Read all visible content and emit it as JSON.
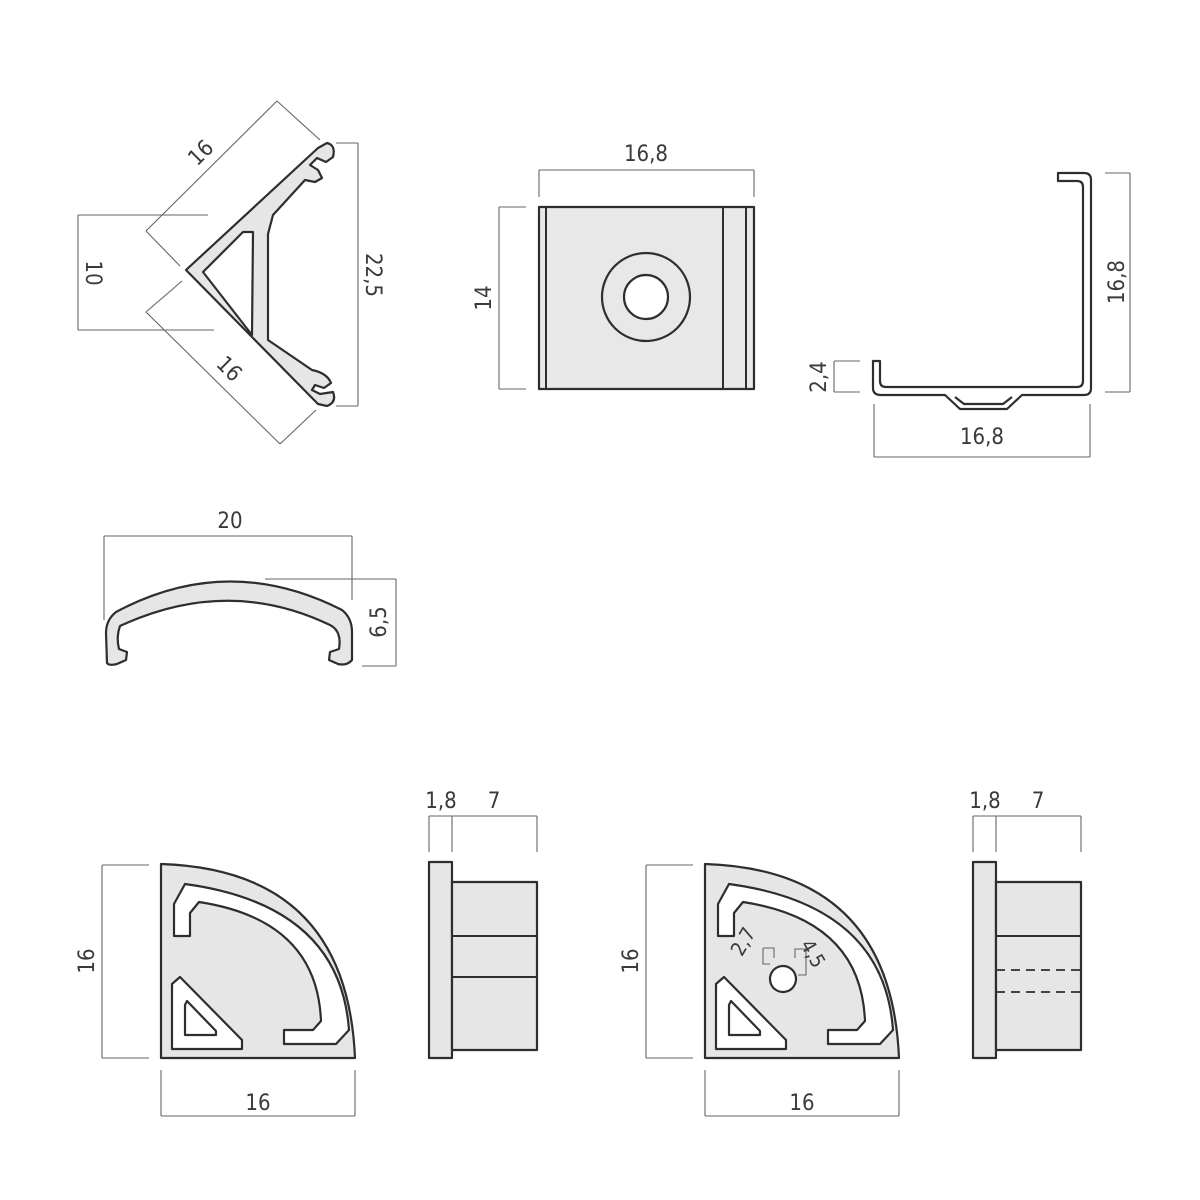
{
  "profile": {
    "side_a": "16",
    "side_b": "16",
    "height": "22,5",
    "inner": "10"
  },
  "cap_front": {
    "width": "16,8",
    "height": "14"
  },
  "clip": {
    "height": "16,8",
    "width": "16,8",
    "step": "2,4"
  },
  "diffuser": {
    "width": "20",
    "height": "6,5"
  },
  "end_cap_solid": {
    "height": "16",
    "width": "16",
    "wall": "1,8",
    "depth": "7"
  },
  "end_cap_hole": {
    "height": "16",
    "width": "16",
    "wall": "1,8",
    "depth": "7",
    "hole_w": "2,7",
    "hole_h": "4,5"
  }
}
